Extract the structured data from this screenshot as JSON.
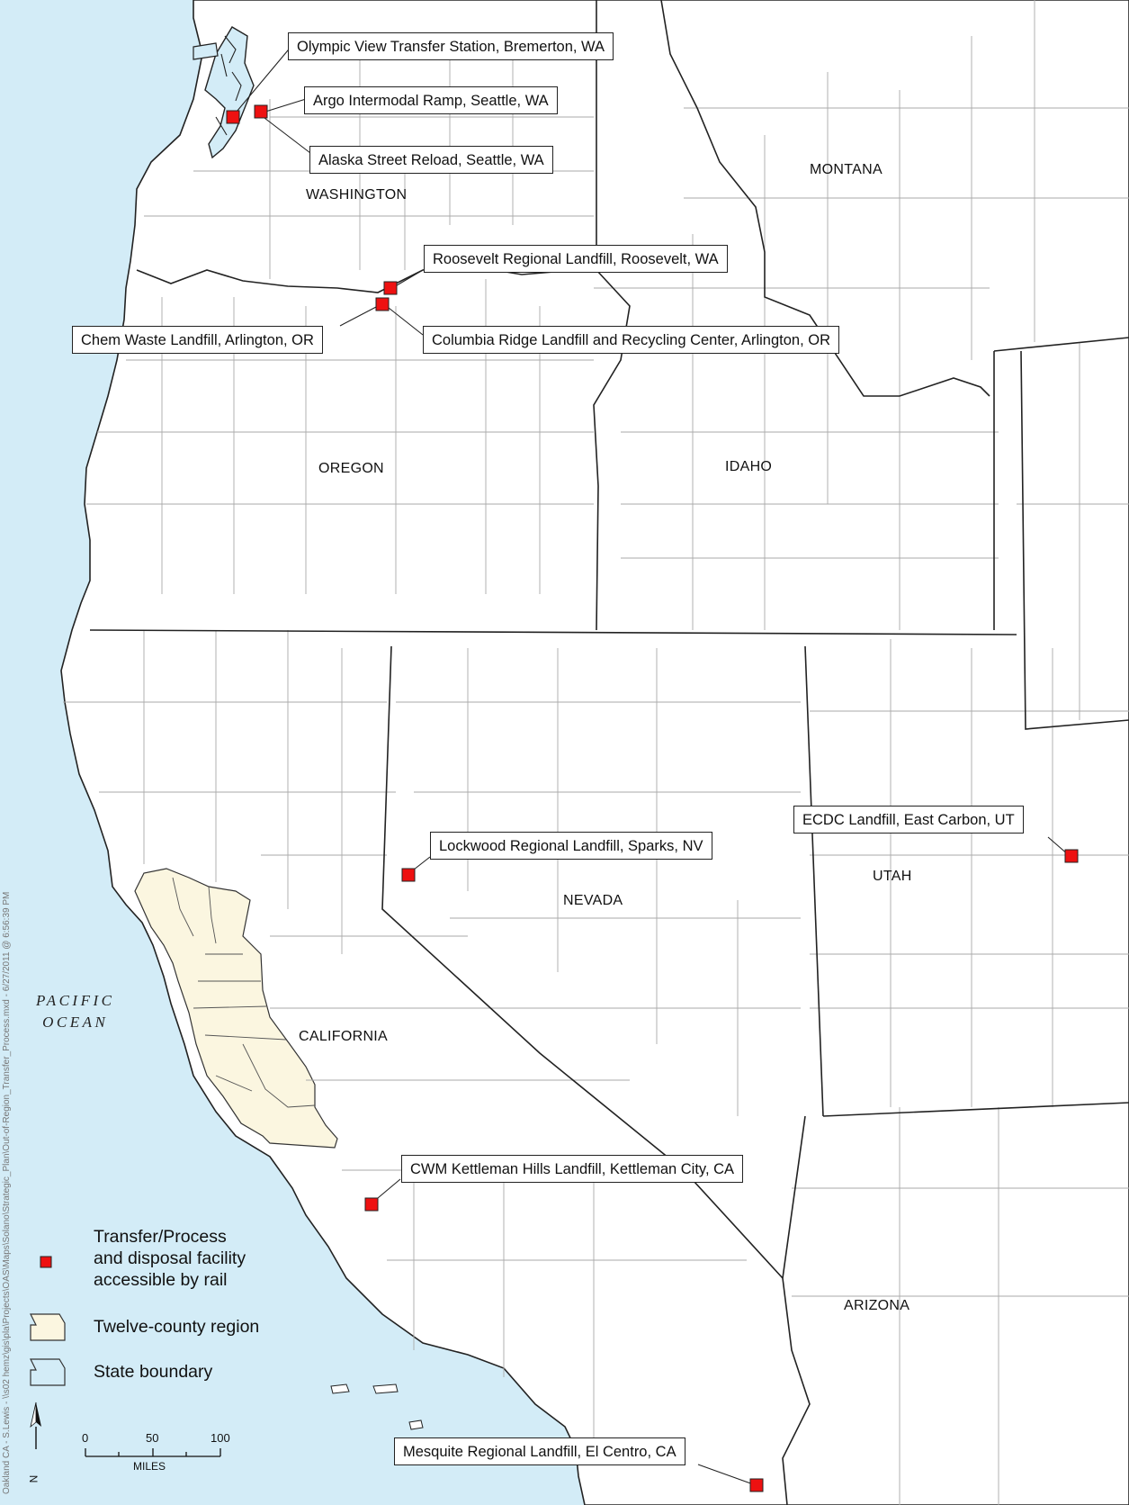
{
  "facilities": [
    {
      "id": "olympic-view",
      "label": "Olympic View Transfer Station, Bremerton, WA"
    },
    {
      "id": "argo",
      "label": "Argo Intermodal Ramp, Seattle, WA"
    },
    {
      "id": "alaska-street",
      "label": "Alaska Street Reload, Seattle, WA"
    },
    {
      "id": "roosevelt",
      "label": "Roosevelt Regional Landfill, Roosevelt, WA"
    },
    {
      "id": "chem-waste",
      "label": "Chem Waste Landfill, Arlington, OR"
    },
    {
      "id": "columbia-ridge",
      "label": "Columbia Ridge Landfill and Recycling Center, Arlington, OR"
    },
    {
      "id": "lockwood",
      "label": "Lockwood Regional Landfill, Sparks, NV"
    },
    {
      "id": "ecdc",
      "label": "ECDC Landfill, East Carbon, UT"
    },
    {
      "id": "kettleman",
      "label": "CWM Kettleman Hills Landfill, Kettleman City, CA"
    },
    {
      "id": "mesquite",
      "label": "Mesquite Regional Landfill, El Centro, CA"
    }
  ],
  "states": {
    "washington": "WASHINGTON",
    "montana": "MONTANA",
    "oregon": "OREGON",
    "idaho": "IDAHO",
    "nevada": "NEVADA",
    "utah": "UTAH",
    "california": "CALIFORNIA",
    "arizona": "ARIZONA"
  },
  "ocean": {
    "line1": "PACIFIC",
    "line2": "OCEAN"
  },
  "legend": {
    "facility_line1": "Transfer/Process",
    "facility_line2": "and disposal facility",
    "facility_line3": "accessible by rail",
    "region": "Twelve-county region",
    "state_boundary": "State boundary"
  },
  "scale": {
    "t0": "0",
    "t1": "50",
    "t2": "100",
    "units": "MILES"
  },
  "north_label": "N",
  "credit": "Oakland CA - S.Lewis - \\\\s02 hemz\\gis\\pla\\Projects\\OAS\\Maps\\Solano\\Strategic_Plan\\Out-of-Region_Transfer_Process.mxd - 6/27/2011 @ 6:56:39 PM",
  "colors": {
    "ocean": "#d3ecf7",
    "land": "#ffffff",
    "region": "#fbf6e0",
    "facility": "#ee1111",
    "county_line": "#aaaaaa",
    "state_line": "#222222"
  }
}
